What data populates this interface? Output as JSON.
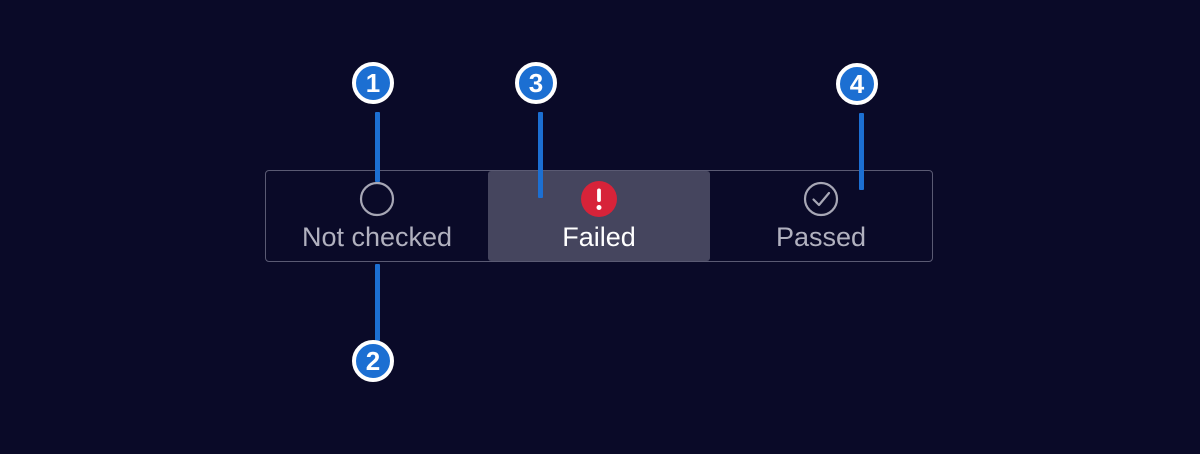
{
  "colors": {
    "background": "#0a0a28",
    "bar_border": "#5a5a73",
    "segment_highlight": "#45455e",
    "text_muted": "#b1b1bf",
    "text_active": "#ffffff",
    "failed_red": "#d72339",
    "callout_blue": "#1c6fd2",
    "callout_ring": "#ffffff"
  },
  "status_bar": {
    "segments": [
      {
        "label": "Not checked",
        "icon": "circle-outline-icon",
        "state": "default"
      },
      {
        "label": "Failed",
        "icon": "error-exclamation-icon",
        "state": "selected"
      },
      {
        "label": "Passed",
        "icon": "check-circle-icon",
        "state": "default"
      }
    ]
  },
  "callouts": [
    {
      "number": "1",
      "points_to": "not-checked-icon",
      "placement": "above"
    },
    {
      "number": "2",
      "points_to": "not-checked-segment",
      "placement": "below"
    },
    {
      "number": "3",
      "points_to": "failed-segment",
      "placement": "above"
    },
    {
      "number": "4",
      "points_to": "passed-icon",
      "placement": "above"
    }
  ]
}
